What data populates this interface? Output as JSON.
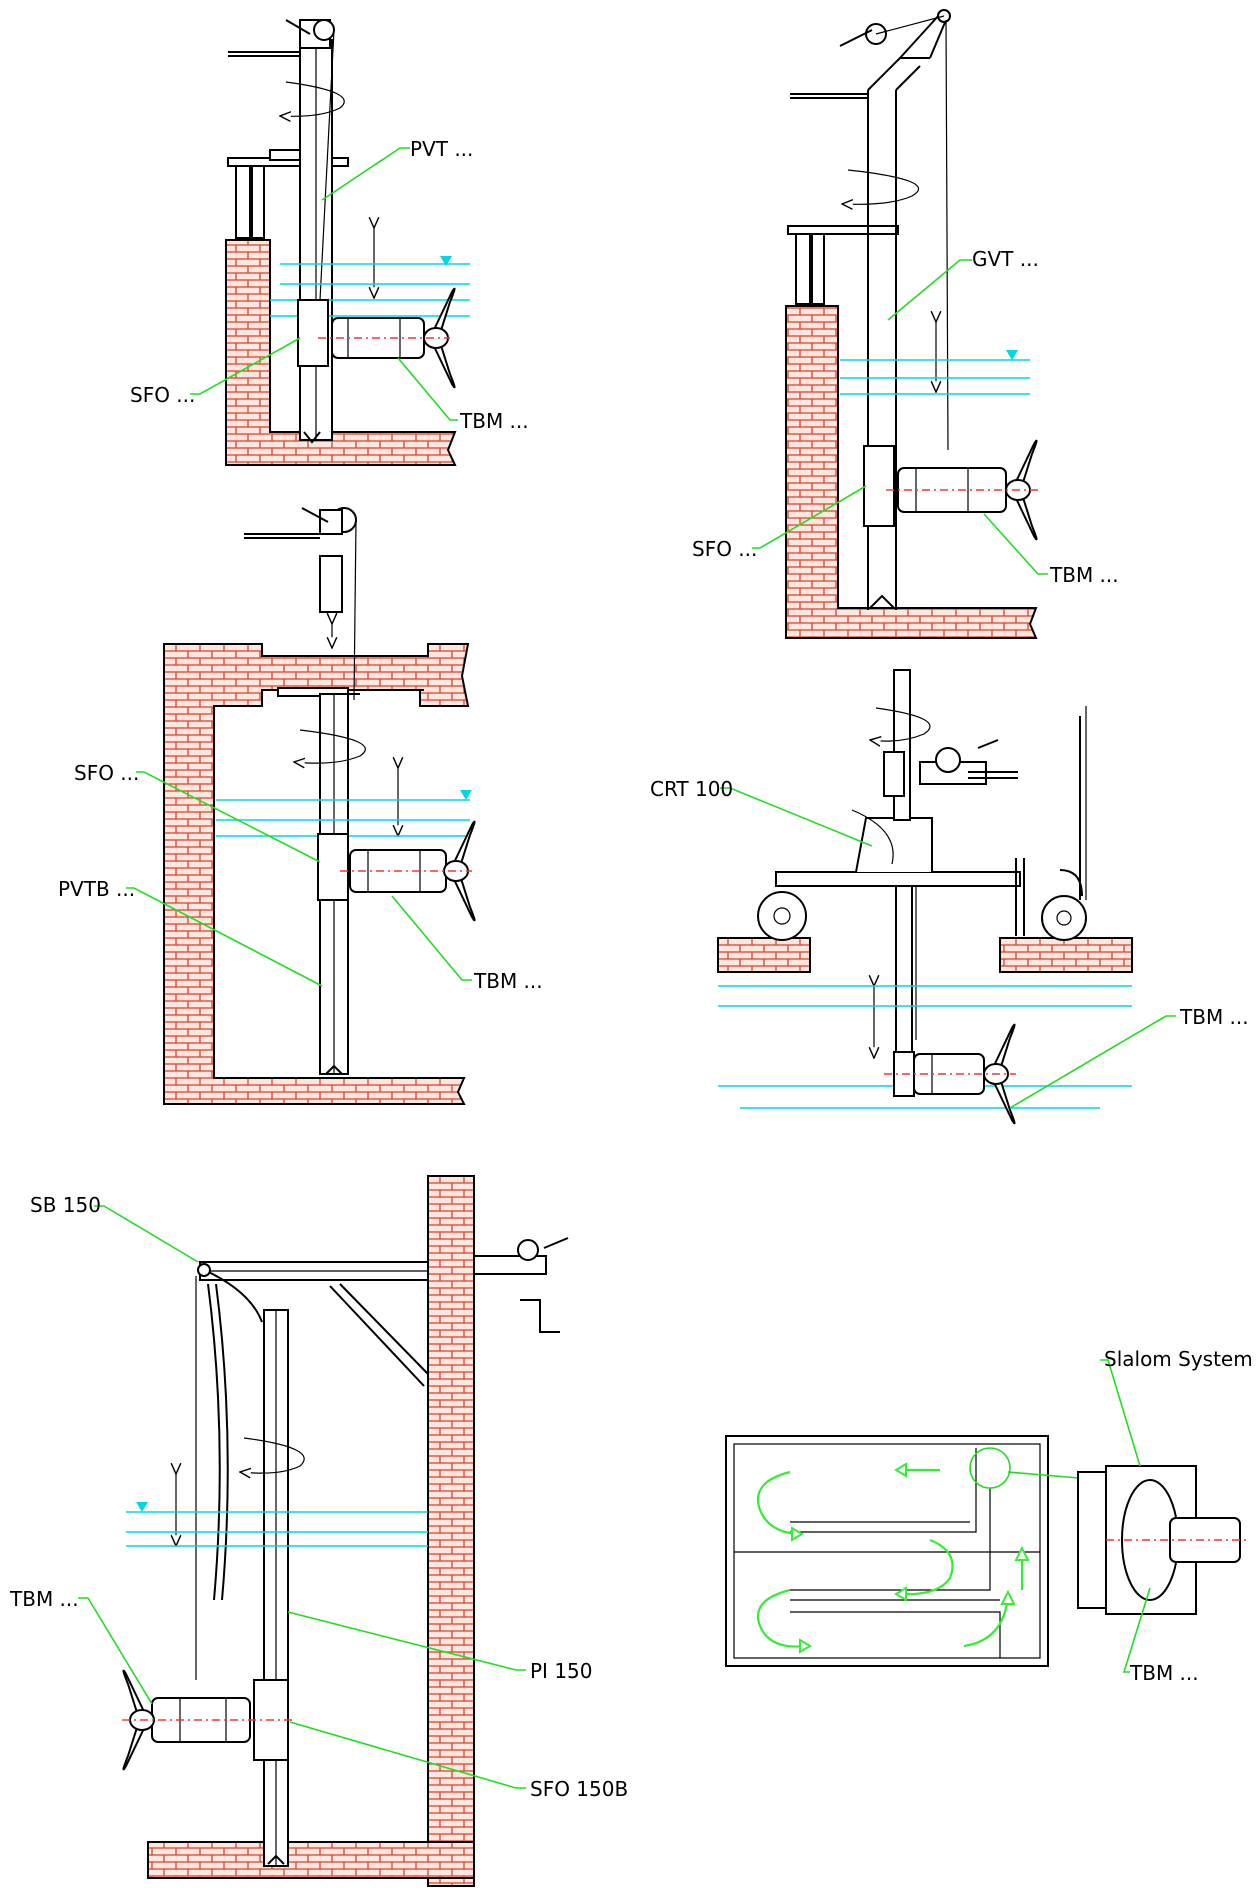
{
  "colors": {
    "brick_fill": "#fbe7df",
    "brick_line": "#d9432b",
    "water": "#00d7e6",
    "leader": "#22dd22",
    "axis": "#e83a3a",
    "flow": "#33ee33",
    "line": "#000000"
  },
  "panels": {
    "pvt": {
      "labels": {
        "pvt": "PVT ...",
        "sfo": "SFO ...",
        "tbm": "TBM ..."
      }
    },
    "gvt": {
      "labels": {
        "gvt": "GVT ...",
        "sfo": "SFO ...",
        "tbm": "TBM ..."
      }
    },
    "pvtb": {
      "labels": {
        "sfo": "SFO ...",
        "pvtb": "PVTB ...",
        "tbm": "TBM ..."
      }
    },
    "crt": {
      "labels": {
        "crt": "CRT 100",
        "tbm": "TBM ..."
      }
    },
    "sb": {
      "labels": {
        "sb": "SB 150",
        "tbm": "TBM ...",
        "pi": "PI 150",
        "sfo": "SFO 150B"
      }
    },
    "slalom": {
      "labels": {
        "slalom": "Slalom System",
        "tbm": "TBM ..."
      }
    }
  }
}
